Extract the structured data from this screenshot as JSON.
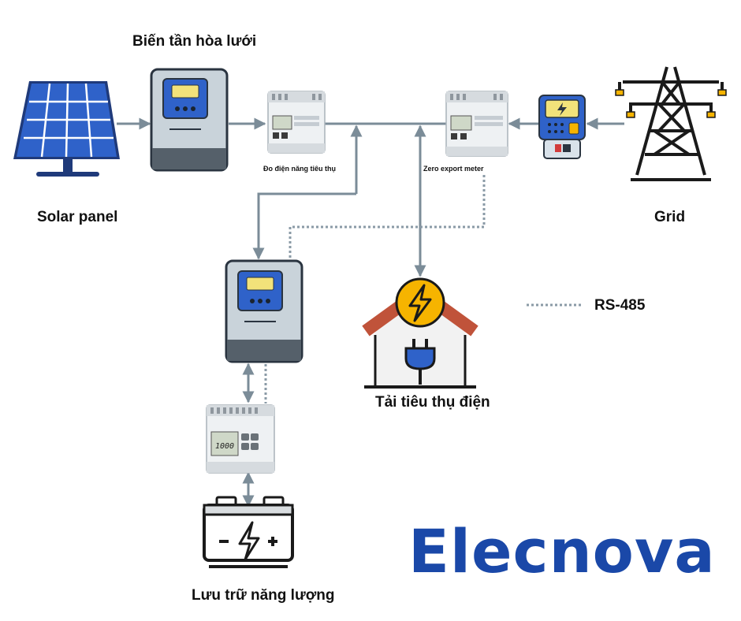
{
  "labels": {
    "inverter_title": "Biến tần hòa lưới",
    "solar": "Solar panel",
    "grid": "Grid",
    "consumption_meter": "Đo điện năng tiêu thụ",
    "zero_export": "Zero export meter",
    "load": "Tải tiêu thụ điện",
    "storage": "Lưu trữ năng lượng",
    "legend_rs485": "RS-485"
  },
  "meter_display": "1000",
  "logo": {
    "text": "Elecnova"
  },
  "colors": {
    "line": "#7b8c98",
    "dotted": "#8a9aa6",
    "brand": "#1a48a8",
    "accent": "#f6b400",
    "house_roof": "#c0533a",
    "panel_blue": "#2f62c9",
    "inverter_body": "#c9d3da"
  },
  "icons": [
    "solar-panel-icon",
    "inverter-icon",
    "energy-meter-icon",
    "smart-meter-icon",
    "transmission-tower-icon",
    "house-icon",
    "lightning-icon",
    "plug-icon",
    "battery-icon"
  ]
}
